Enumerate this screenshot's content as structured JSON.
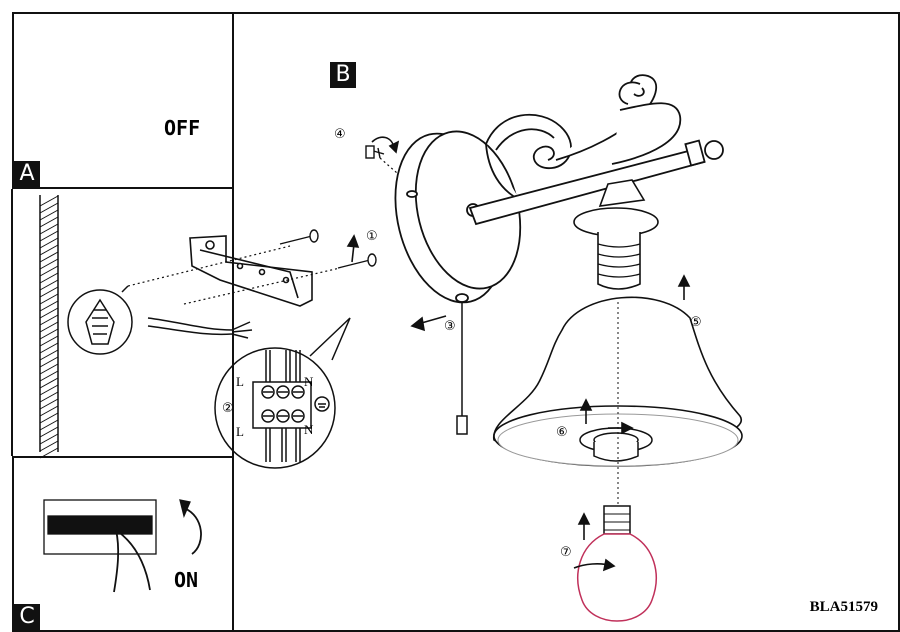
{
  "panels": {
    "a": {
      "badge": "A",
      "switch_state": "OFF"
    },
    "b": {
      "badge": "B"
    },
    "c": {
      "badge": "C",
      "switch_state": "ON"
    }
  },
  "steps": [
    "①",
    "②",
    "③",
    "④",
    "⑤",
    "⑥",
    "⑦"
  ],
  "terminal_labels": {
    "left_top": "L",
    "left_bottom": "L",
    "right_top": "N",
    "right_bottom": "N"
  },
  "model_code": "BLA51579",
  "colors": {
    "line": "#111111",
    "bulb_outline": "#c0305a"
  }
}
